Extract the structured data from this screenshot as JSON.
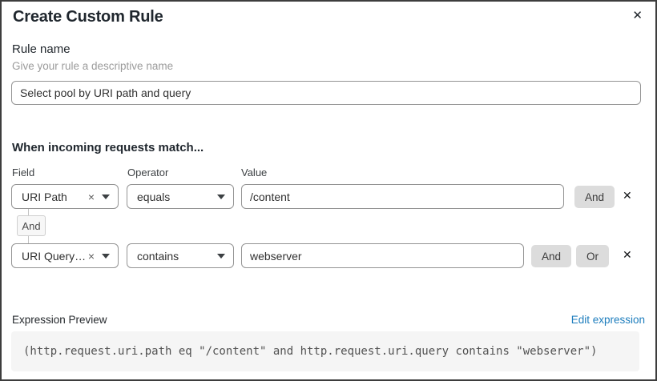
{
  "dialog": {
    "title": "Create Custom Rule"
  },
  "icons": {
    "close": "✕",
    "clear": "×",
    "remove": "✕"
  },
  "rule_name": {
    "label": "Rule name",
    "help": "Give your rule a descriptive name",
    "value": "Select pool by URI path and query"
  },
  "matcher": {
    "heading": "When incoming requests match...",
    "columns": {
      "field": "Field",
      "operator": "Operator",
      "value": "Value"
    },
    "connector": "And",
    "rows": [
      {
        "field": "URI Path",
        "operator": "equals",
        "value": "/content",
        "and_label": "And"
      },
      {
        "field": "URI Query St...",
        "operator": "contains",
        "value": "webserver",
        "and_label": "And",
        "or_label": "Or"
      }
    ]
  },
  "expression": {
    "label": "Expression Preview",
    "edit_link": "Edit expression",
    "code": "(http.request.uri.path eq \"/content\" and http.request.uri.query contains \"webserver\")"
  },
  "colors": {
    "link": "#1d7dbd",
    "button_bg": "#dcdcdc",
    "code_bg": "#f5f5f5",
    "input_border": "#949494",
    "dialog_border": "#3d3d3d"
  }
}
